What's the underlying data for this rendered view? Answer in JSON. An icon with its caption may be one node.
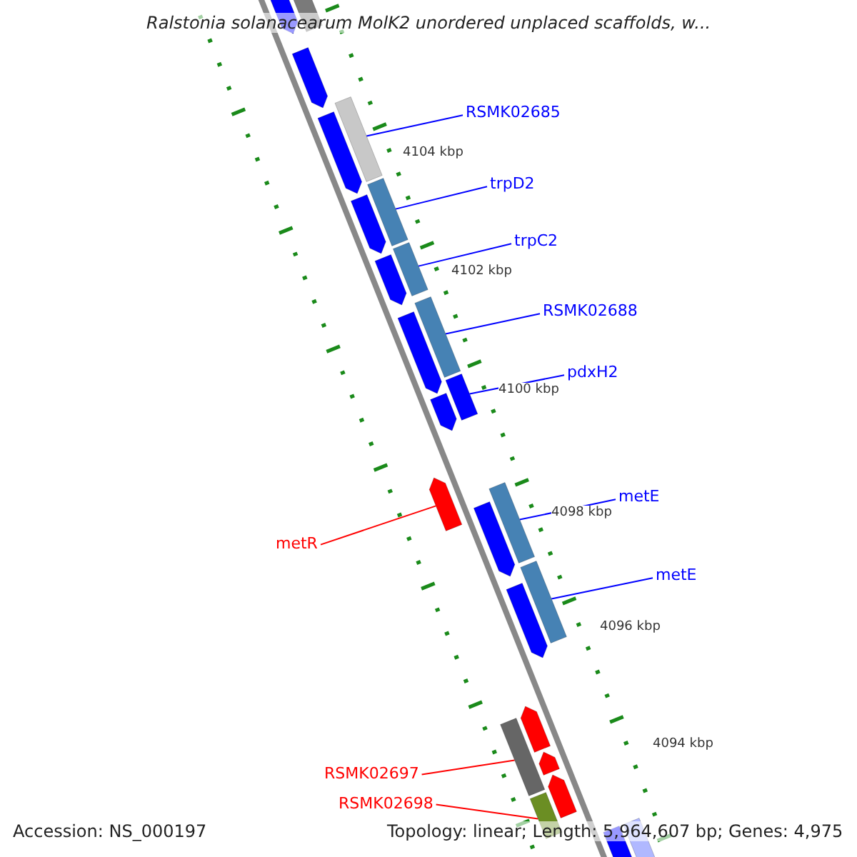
{
  "diagram": {
    "title": "Ralstonia solanacearum MolK2 unordered unplaced scaffolds, w...",
    "nodes": [
      {
        "text": [
          "RSMK02685"
        ]
      },
      {
        "text": [],
        "shape": "bar"
      },
      {
        "text": [
          "trpD2"
        ]
      },
      {
        "text": [],
        "shape": "bar"
      },
      {
        "text": [
          "trpC2"
        ]
      },
      {
        "text": [],
        "shape": "bar"
      },
      {
        "text": [
          "RSMK02688"
        ]
      },
      {
        "text": [],
        "shape": "bar"
      },
      {
        "text": [
          "pdxH2"
        ]
      },
      {
        "text": [],
        "shape": "bar"
      },
      {
        "text": [
          "metE"
        ]
      },
      {
        "text": [],
        "shape": "bar"
      },
      {
        "text": [
          "metR"
        ]
      },
      {
        "text": [],
        "shape": "pentagon"
      },
      {
        "text": [
          "metE"
        ]
      },
      {
        "text": [],
        "shape": "bar"
      },
      {
        "text": [
          "RSMK02697"
        ]
      },
      {
        "text": [],
        "shape": "bar"
      },
      {
        "text": [
          "RSMK02698"
        ]
      },
      {
        "text": [],
        "shape": "bar"
      }
    ],
    "edges": [
      {
        "from": 0,
        "to": 1,
        "arrow": "none"
      },
      {
        "from": 2,
        "to": 3,
        "arrow": "none"
      },
      {
        "from": 4,
        "to": 5,
        "arrow": "none"
      },
      {
        "from": 6,
        "to": 7,
        "arrow": "none"
      },
      {
        "from": 8,
        "to": 9,
        "arrow": "none"
      },
      {
        "from": 10,
        "to": 11,
        "arrow": "none"
      },
      {
        "from": 12,
        "to": 13,
        "arrow": "none",
        "color": "#ff0000"
      },
      {
        "from": 14,
        "to": 15,
        "arrow": "none"
      },
      {
        "from": 16,
        "to": 17,
        "arrow": "none",
        "color": "#ff0000"
      },
      {
        "from": 18,
        "to": 19,
        "arrow": "none",
        "color": "#ff0000"
      }
    ],
    "labels": [
      "4104 kbp",
      "4102 kbp",
      "4100 kbp",
      "4098 kbp",
      "4096 kbp",
      "4094 kbp",
      "Accession: NS_000197",
      "Topology: linear; Length: 5,964,607 bp; Genes: 4,975"
    ]
  }
}
